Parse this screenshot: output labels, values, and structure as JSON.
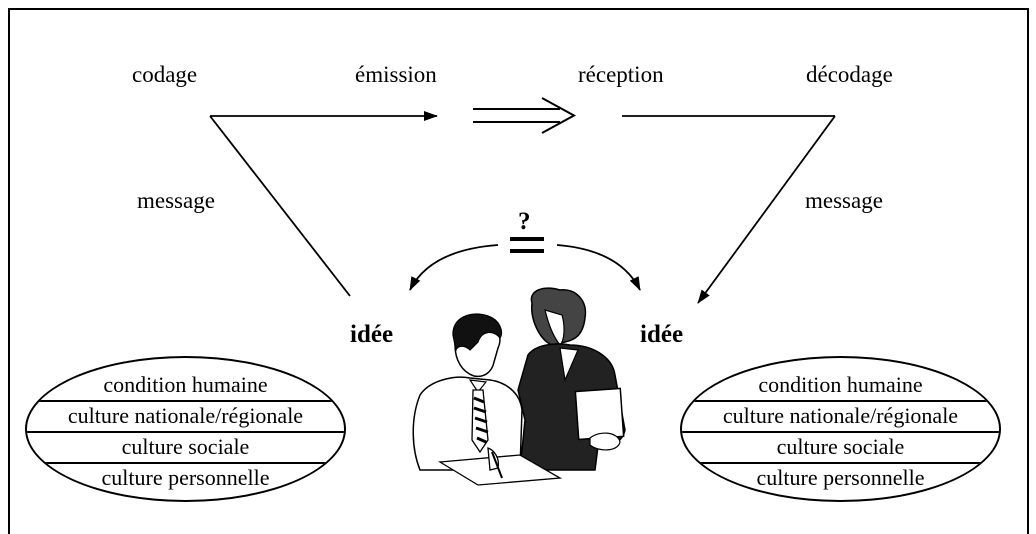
{
  "top_labels": {
    "codage": "codage",
    "emission": "émission",
    "reception": "réception",
    "decodage": "décodage"
  },
  "side_labels": {
    "left_message": "message",
    "right_message": "message"
  },
  "center": {
    "question_mark": "?",
    "left_idea": "idée",
    "right_idea": "idée"
  },
  "left_oval": {
    "layers": [
      "condition humaine",
      "culture nationale/régionale",
      "culture sociale",
      "culture personnelle"
    ]
  },
  "right_oval": {
    "layers": [
      "condition humaine",
      "culture nationale/régionale",
      "culture sociale",
      "culture personnelle"
    ]
  }
}
